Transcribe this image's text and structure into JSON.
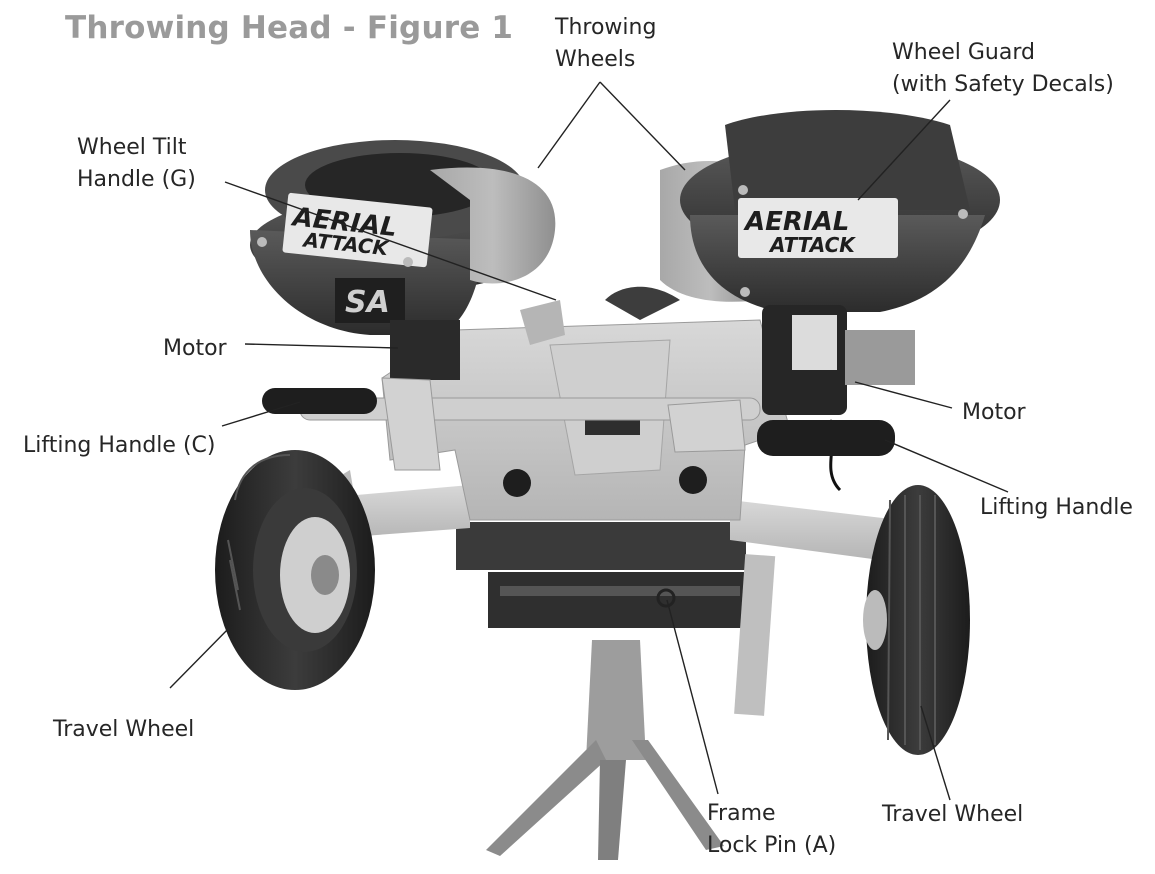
{
  "title": "Throwing Head - Figure 1",
  "labels": {
    "throwing_wheels": "Throwing\nWheels",
    "wheel_guard": "Wheel Guard\n(with Safety Decals)",
    "wheel_tilt_handle": "Wheel Tilt\nHandle (G)",
    "motor_left": "Motor",
    "motor_right": "Motor",
    "lifting_handle_left": "Lifting Handle (C)",
    "lifting_handle_right": "Lifting Handle",
    "travel_wheel_left": "Travel Wheel",
    "travel_wheel_right": "Travel Wheel",
    "frame_lock_pin": "Frame\nLock Pin (A)"
  },
  "decals": {
    "left_line1": "AERIAL",
    "left_line2": "ATTACK",
    "right_line1": "AERIAL",
    "right_line2": "ATTACK",
    "motor_badge": "SA"
  },
  "colors": {
    "title": "#9a9a9a",
    "label": "#262626",
    "guard": "#3a3a3a",
    "frame": "#c9c9c9",
    "tire": "#2a2a2a"
  }
}
